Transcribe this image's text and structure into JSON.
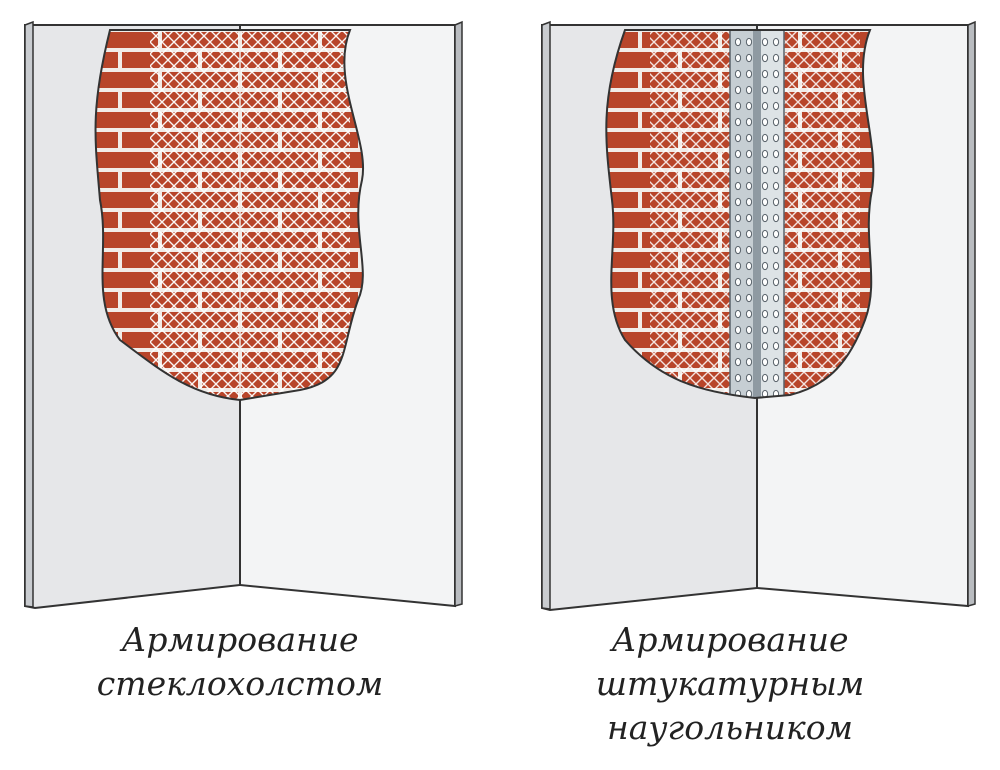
{
  "figures": [
    {
      "caption_lines": [
        "Армирование",
        "стеклохолстом"
      ],
      "reinforcement": "fiberglass-mesh"
    },
    {
      "caption_lines": [
        "Армирование",
        "штукатурным",
        "наугольником"
      ],
      "reinforcement": "perforated-corner-bead"
    }
  ],
  "colors": {
    "brick": "#b8452a",
    "mortar": "#f1ece8",
    "plaster_left": "#e6e7e9",
    "plaster_right": "#f3f4f5",
    "outline": "#333333",
    "mesh": "#ffffff",
    "corner_bead": "#c6ced3"
  }
}
